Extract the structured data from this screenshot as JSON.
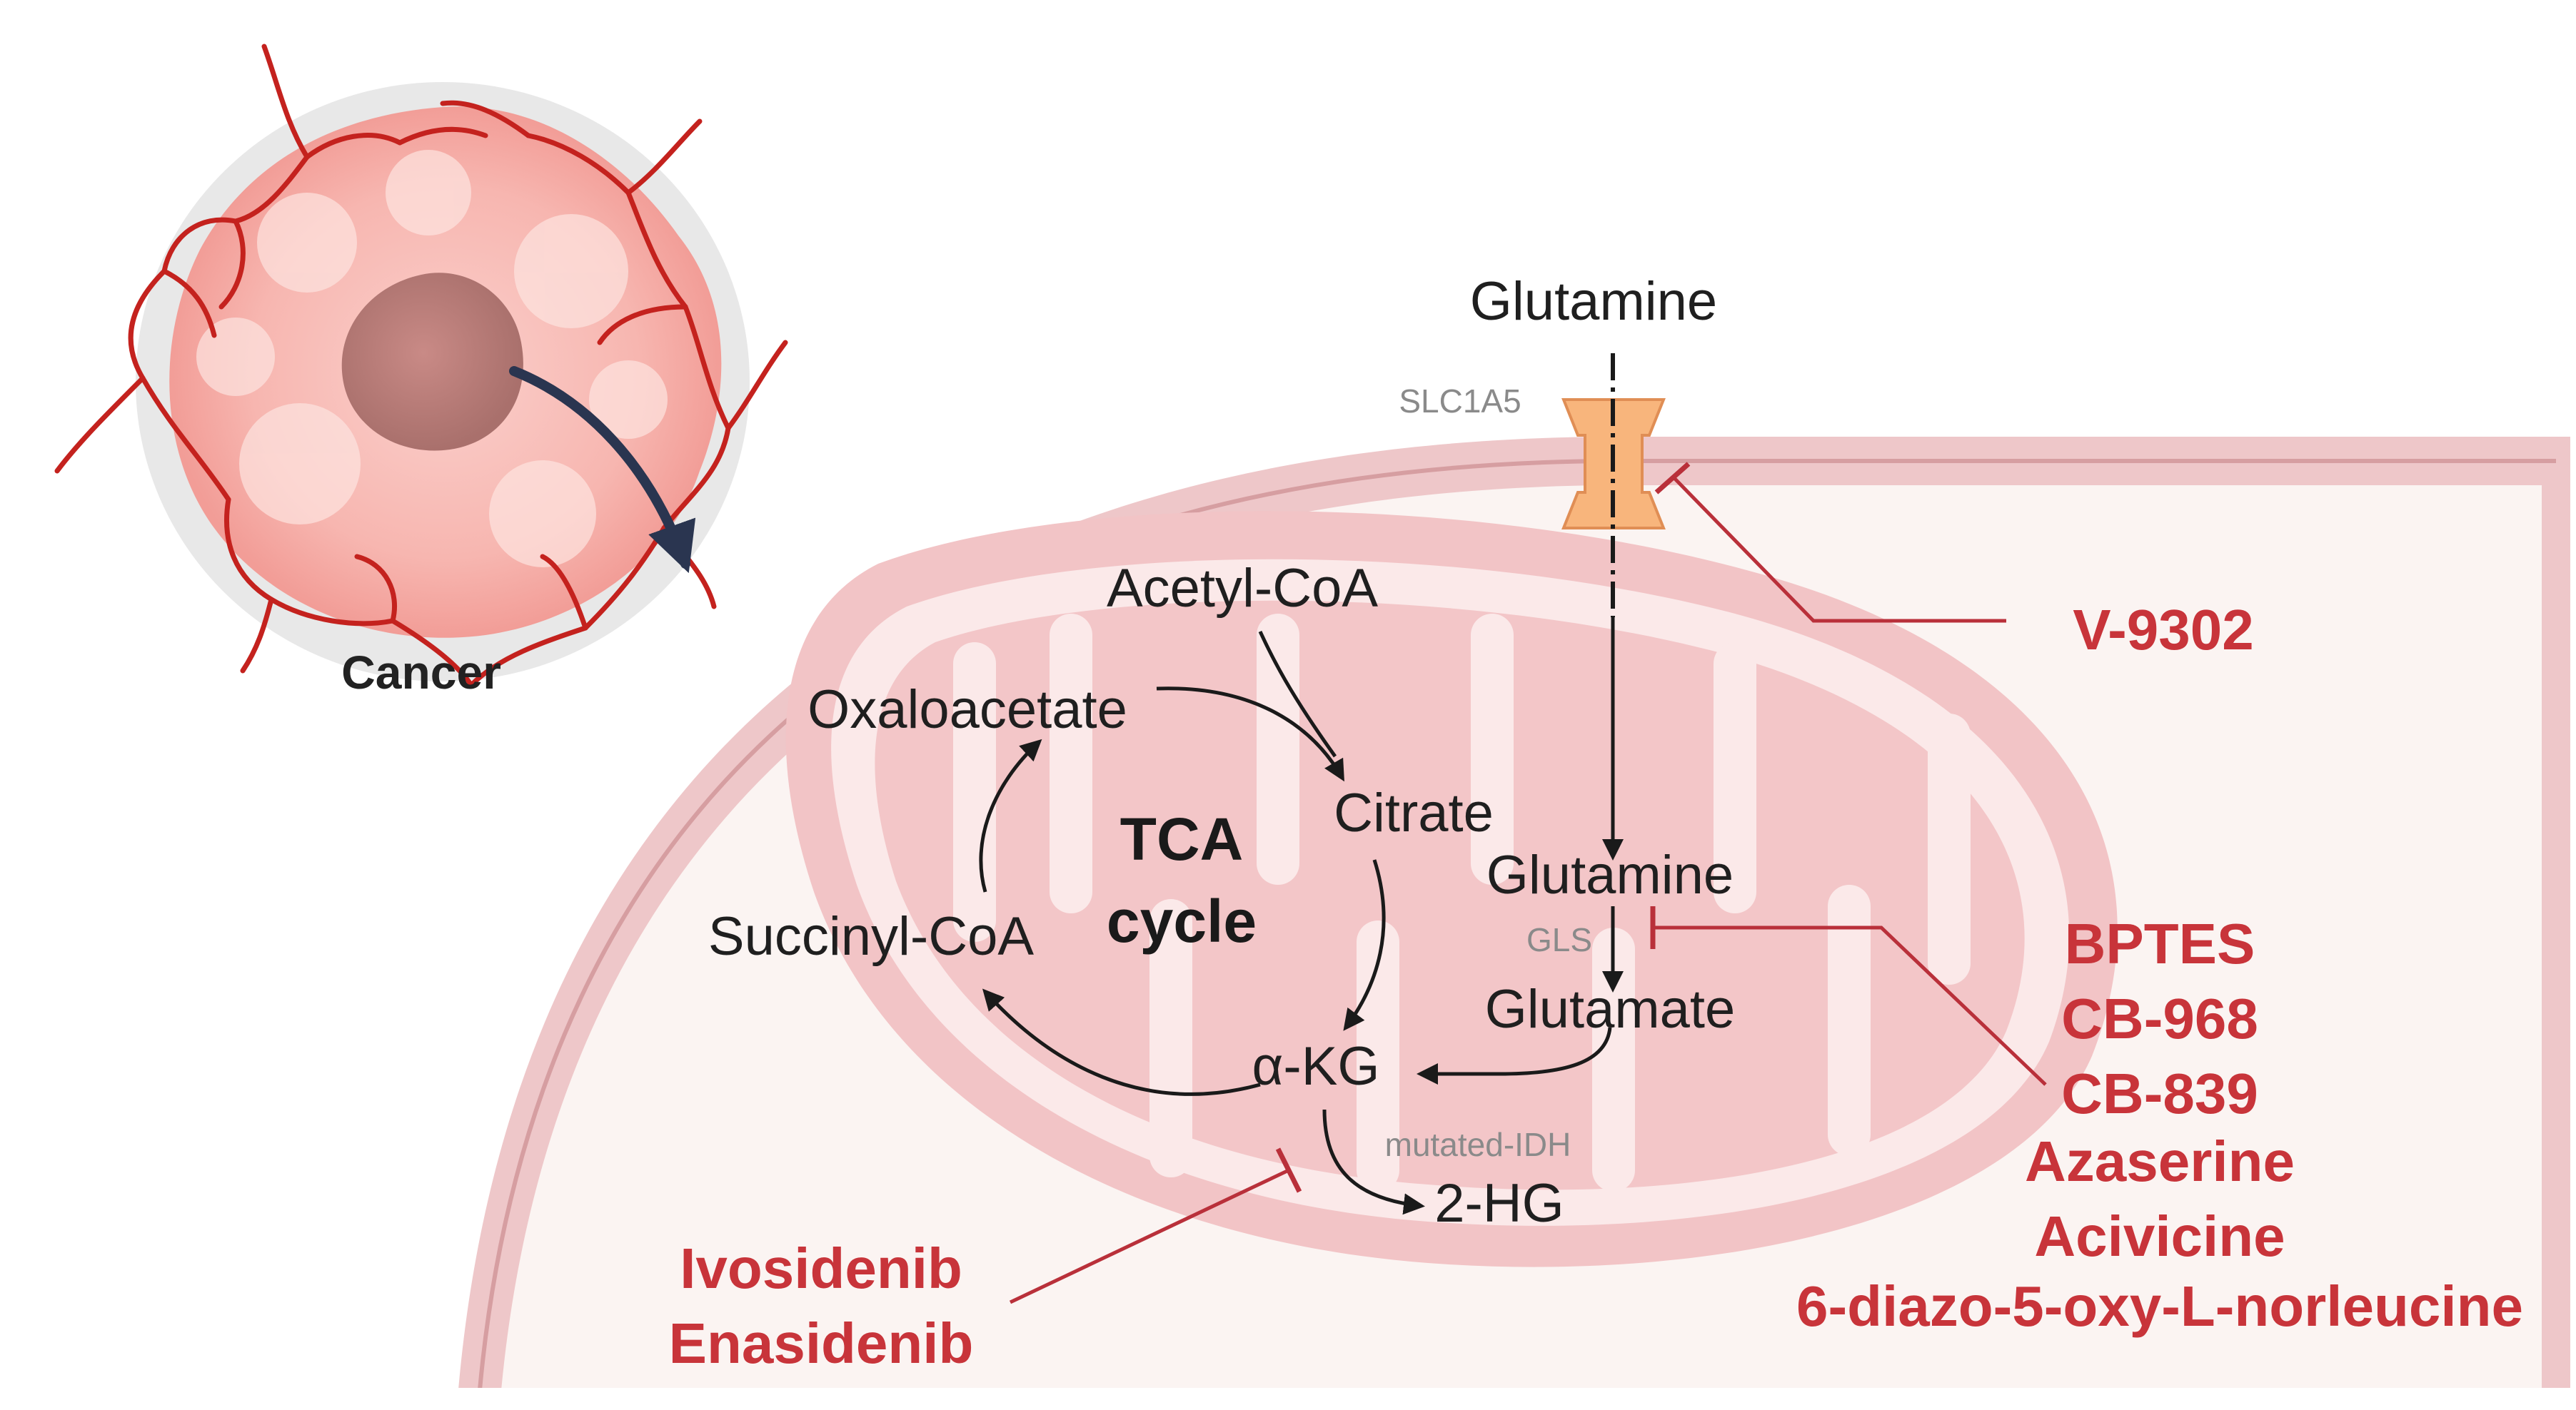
{
  "colors": {
    "inhibitor_red": "#c8343a",
    "arrow_black": "#1a1a1a",
    "cell_membrane": "#e8b7b9",
    "cell_fill": "#fbf4f2",
    "mitochondrion_fill": "#f2c4c6",
    "transporter_orange": "#f8b57c"
  },
  "cancer": {
    "label": "Cancer"
  },
  "transporter": {
    "label": "SLC1A5"
  },
  "metabolites": {
    "glutamine_outside": "Glutamine",
    "glutamine_inside": "Glutamine",
    "glutamate": "Glutamate",
    "acetyl_coa": "Acetyl-CoA",
    "oxaloacetate": "Oxaloacetate",
    "citrate": "Citrate",
    "succinyl_coa": "Succinyl-CoA",
    "akg": "α-KG",
    "two_hg": "2-HG"
  },
  "enzymes": {
    "gls": "GLS",
    "mutated_idh": "mutated-IDH"
  },
  "tca": {
    "line1": "TCA",
    "line2": "cycle"
  },
  "inhibitors": {
    "slc1a5": [
      "V-9302"
    ],
    "gls": [
      "BPTES",
      "CB-968",
      "CB-839",
      "Azaserine",
      "Acivicine",
      "6-diazo-5-oxy-L-norleucine"
    ],
    "idh": [
      "Ivosidenib",
      "Enasidenib"
    ]
  }
}
